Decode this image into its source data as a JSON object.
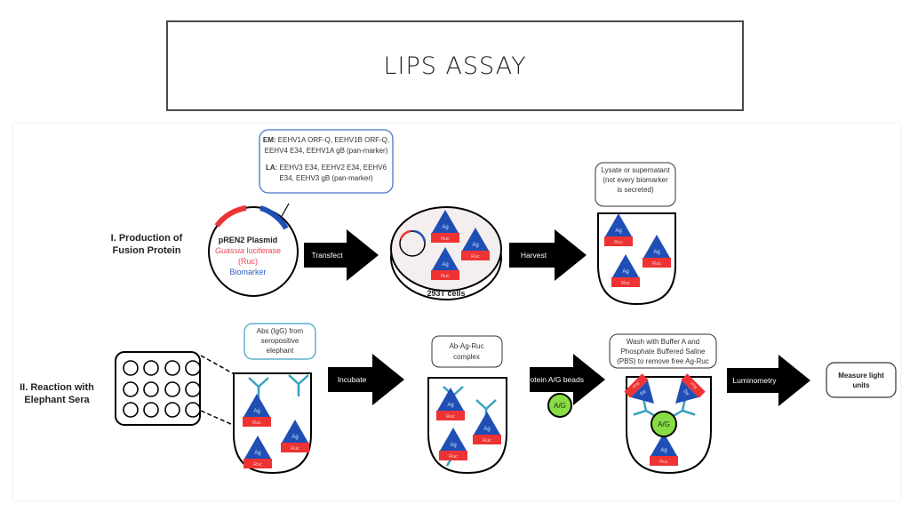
{
  "title": "LIPS ASSAY",
  "colors": {
    "red": "#ee3333",
    "blue": "#1f4fb5",
    "teal": "#3aa0c0",
    "green": "#88dd44",
    "arrow": "#000000"
  },
  "labels": {
    "ag": "Ag",
    "ruc": "Ruc"
  },
  "row1": {
    "heading_line1": "I. Production of",
    "heading_line2": "Fusion Protein",
    "biomarker_box": {
      "em_label": "EM:",
      "em_line1": "EEHV1A ORF-Q, EEHV1B ORF-Q,",
      "em_line2": "EEHV4 E34, EEHV1A gB (pan-marker)",
      "la_label": "LA:",
      "la_line1": "EEHV3 E34, EEHV2 E34, EEHV6",
      "la_line2": "E34, EEHV3 gB (pan-marker)"
    },
    "plasmid": {
      "name": "pREN2 Plasmid",
      "luciferase_italic": "Guassia",
      "luciferase_rest": "luciferase",
      "ruc": "(Ruc)",
      "biomarker": "Biomarker"
    },
    "arrow1": "Transfect",
    "dish_label": "293T cells",
    "arrow2": "Harvest",
    "lysate_line1": "Lysate or supernatant",
    "lysate_line2": "(not every biomarker",
    "lysate_line3": "is secreted)"
  },
  "row2": {
    "heading_line1": "II. Reaction with",
    "heading_line2": "Elephant Sera",
    "abs_line1": "Abs (IgG) from",
    "abs_line2": "seropositive",
    "abs_line3": "elephant",
    "arrow1": "Incubate",
    "complex_line1": "Ab-Ag-Ruc",
    "complex_line2": "complex",
    "arrow2": "Protein A/G beads",
    "bead": "A/G",
    "wash_line1": "Wash with Buffer A and",
    "wash_line2": "Phosphate Buffered Saline",
    "wash_line3": "(PBS) to remove free Ag-Ruc",
    "arrow3": "Luminometry",
    "result_line1": "Measure light",
    "result_line2": "units"
  }
}
